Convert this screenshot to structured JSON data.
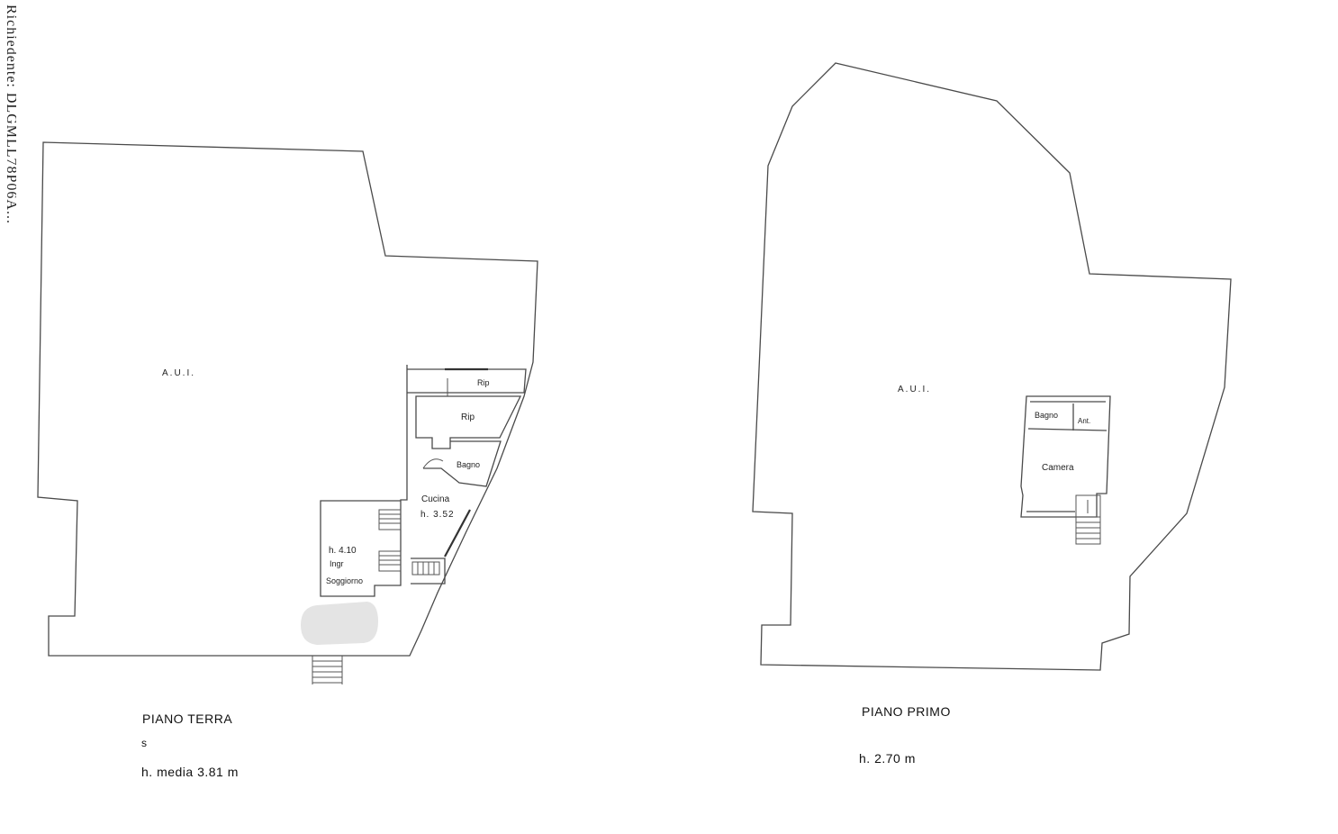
{
  "margin_stamp": "Richiedente: DLGMLL78P06A... ",
  "piano_terra": {
    "title": "PIANO TERRA",
    "mark": "s",
    "height_note": "h. media 3.81 m",
    "rooms": {
      "aui": "A.U.I.",
      "rip_top": "Rip",
      "rip_mid": "Rip",
      "bagno": "Bagno",
      "cucina": "Cucina",
      "cucina_h": "h. 3.52",
      "ingr_h": "h. 4.10",
      "ingr": "Ingr",
      "soggiorno": "Soggiorno"
    }
  },
  "piano_primo": {
    "title": "PIANO PRIMO",
    "height_note": "h. 2.70 m",
    "rooms": {
      "aui": "A.U.I.",
      "bagno": "Bagno",
      "anti": "Ant.",
      "camera": "Camera"
    }
  }
}
